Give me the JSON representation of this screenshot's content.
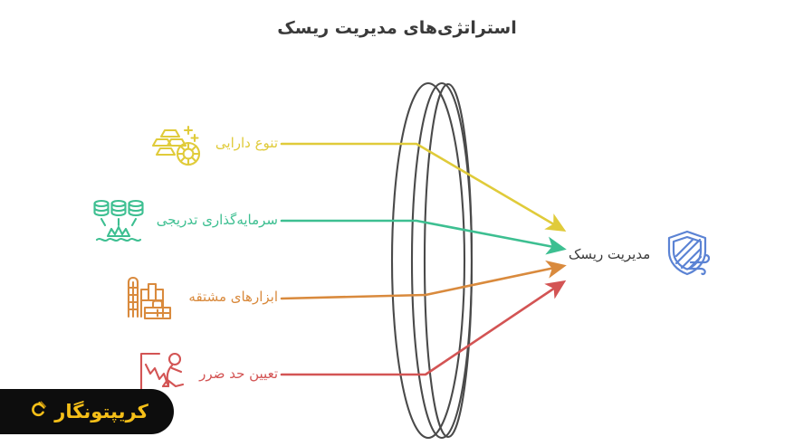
{
  "page": {
    "title": "استراتژی‌های مدیریت ریسک",
    "direction": "rtl",
    "background": "#ffffff"
  },
  "colors": {
    "yellow": "#E0CB3A",
    "green": "#3DBF91",
    "orange": "#D98A3D",
    "red": "#D35454",
    "shield_blue": "#5B83D4",
    "lens_outline": "#4a4a4a",
    "title_text": "#3a3a3a",
    "watermark_bg": "#0d0d0d",
    "watermark_text": "#f5bf18"
  },
  "strategies": [
    {
      "label": "تنوع دارایی",
      "color": "#E0CB3A",
      "icon": "gold-bars-coin-icon"
    },
    {
      "label": "سرمایه‌گذاری تدریجی",
      "color": "#3DBF91",
      "icon": "coin-stacks-wave-icon"
    },
    {
      "label": "ابزارهای مشتقه",
      "color": "#D98A3D",
      "icon": "factory-toolbox-icon"
    },
    {
      "label": "تعیین حد ضرر",
      "color": "#D35454",
      "icon": "stop-loss-person-icon"
    }
  ],
  "center": {
    "shape": "lens-disc",
    "outline_color": "#4a4a4a"
  },
  "target": {
    "label": "مدیریت ریسک",
    "icon": "shield-wind-icon",
    "color": "#5B83D4"
  },
  "watermark": {
    "text": "کریپتونگار",
    "mark": "crypto-c-icon"
  }
}
